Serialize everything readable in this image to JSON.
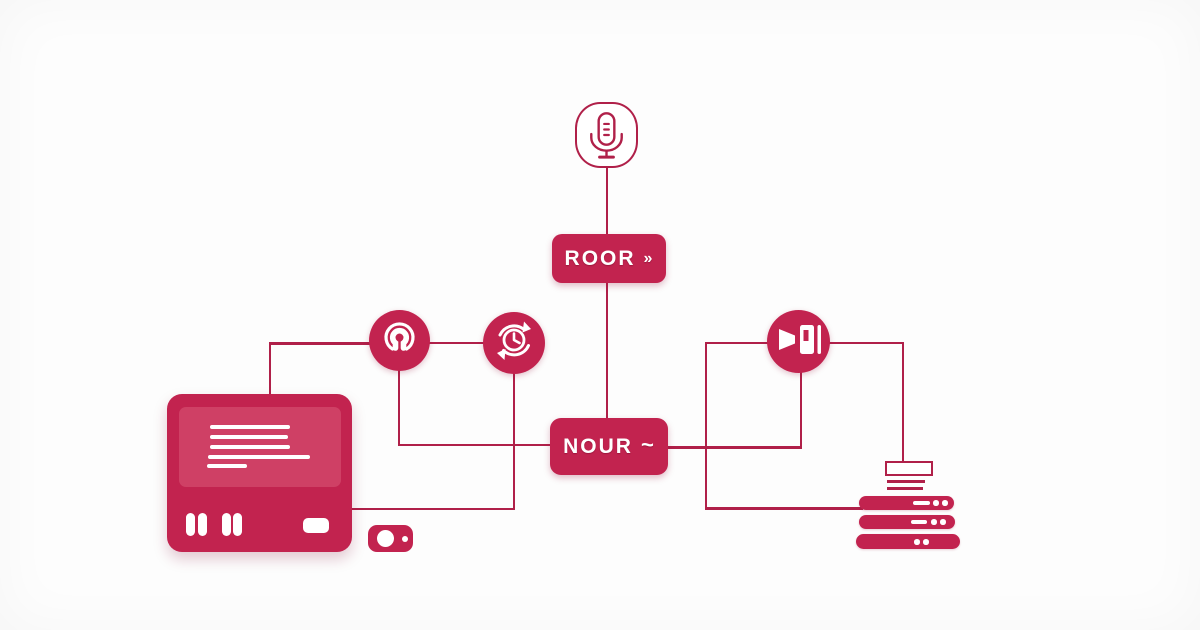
{
  "colors": {
    "background": "#FDFDFD",
    "accent": "#C2234F",
    "accent_line": "#B02049",
    "screen_fill": "#CF4065"
  },
  "nodes": {
    "mic": {
      "icon": "microphone-icon"
    },
    "roor": {
      "label": "ROOR",
      "suffix": "»"
    },
    "nour": {
      "label": "NOUR",
      "suffix": "~"
    },
    "headset": {
      "icon": "headset-icon"
    },
    "history": {
      "icon": "history-clock-icon"
    },
    "speaker": {
      "icon": "speaker-icon"
    },
    "terminal": {
      "icon": "terminal-device",
      "screen_lines": 5,
      "buttons": 4
    },
    "camera": {
      "icon": "camera-device"
    },
    "document": {
      "icon": "document-card"
    },
    "servers": {
      "icon": "server-stack",
      "count": 3
    }
  }
}
